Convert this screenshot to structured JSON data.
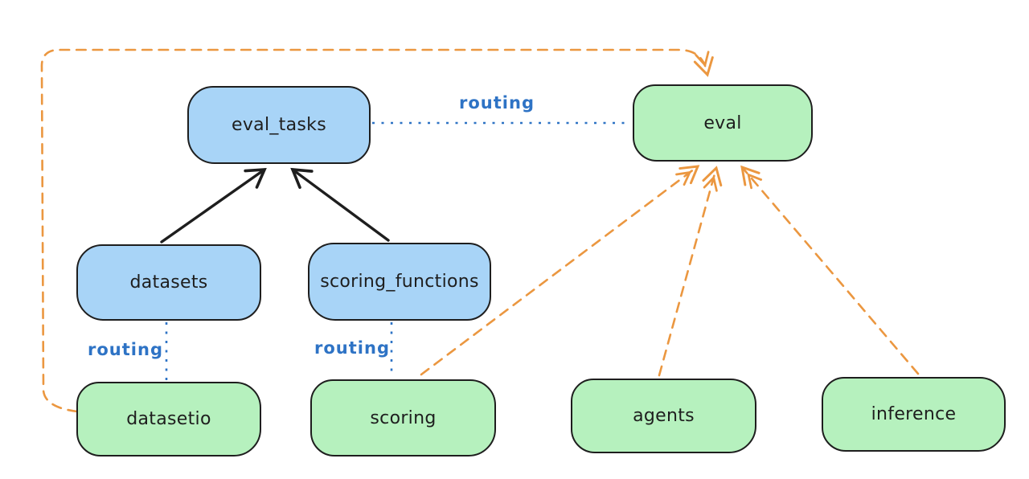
{
  "diagram": {
    "nodes": {
      "eval_tasks": {
        "label": "eval_tasks",
        "kind": "api",
        "fill": "#a8d4f7"
      },
      "datasets": {
        "label": "datasets",
        "kind": "api",
        "fill": "#a8d4f7"
      },
      "scoring_functions": {
        "label": "scoring_functions",
        "kind": "api",
        "fill": "#a8d4f7"
      },
      "eval": {
        "label": "eval",
        "kind": "provider",
        "fill": "#b6f1be"
      },
      "datasetio": {
        "label": "datasetio",
        "kind": "provider",
        "fill": "#b6f1be"
      },
      "scoring": {
        "label": "scoring",
        "kind": "provider",
        "fill": "#b6f1be"
      },
      "agents": {
        "label": "agents",
        "kind": "provider",
        "fill": "#b6f1be"
      },
      "inference": {
        "label": "inference",
        "kind": "provider",
        "fill": "#b6f1be"
      }
    },
    "edges": [
      {
        "from": "datasets",
        "to": "eval_tasks",
        "style": "solid-arrow",
        "color": "#1e1e1e"
      },
      {
        "from": "scoring_functions",
        "to": "eval_tasks",
        "style": "solid-arrow",
        "color": "#1e1e1e"
      },
      {
        "from": "eval_tasks",
        "to": "eval",
        "style": "dotted",
        "color": "#2e73c5",
        "label": "routing"
      },
      {
        "from": "datasets",
        "to": "datasetio",
        "style": "dotted",
        "color": "#2e73c5",
        "label": "routing"
      },
      {
        "from": "scoring_functions",
        "to": "scoring",
        "style": "dotted",
        "color": "#2e73c5",
        "label": "routing"
      },
      {
        "from": "datasetio",
        "to": "eval",
        "style": "dashed-arrow",
        "color": "#eb9740"
      },
      {
        "from": "scoring",
        "to": "eval",
        "style": "dashed-arrow",
        "color": "#eb9740"
      },
      {
        "from": "agents",
        "to": "eval",
        "style": "dashed-arrow",
        "color": "#eb9740"
      },
      {
        "from": "inference",
        "to": "eval",
        "style": "dashed-arrow",
        "color": "#eb9740"
      }
    ]
  }
}
